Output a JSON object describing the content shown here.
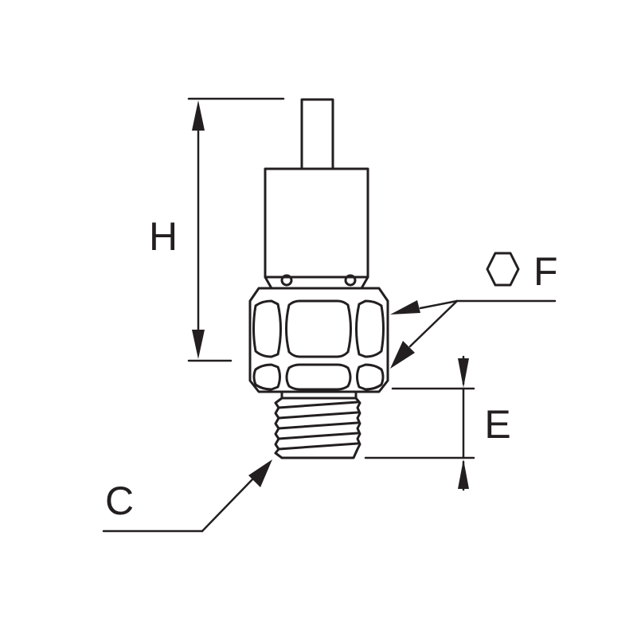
{
  "labels": {
    "height": "H",
    "hex": "F",
    "thread": "C",
    "thread_length": "E"
  },
  "icons": {
    "hex_symbol": "hexagon-icon"
  },
  "colors": {
    "line": "#231f20",
    "background": "#ffffff"
  }
}
